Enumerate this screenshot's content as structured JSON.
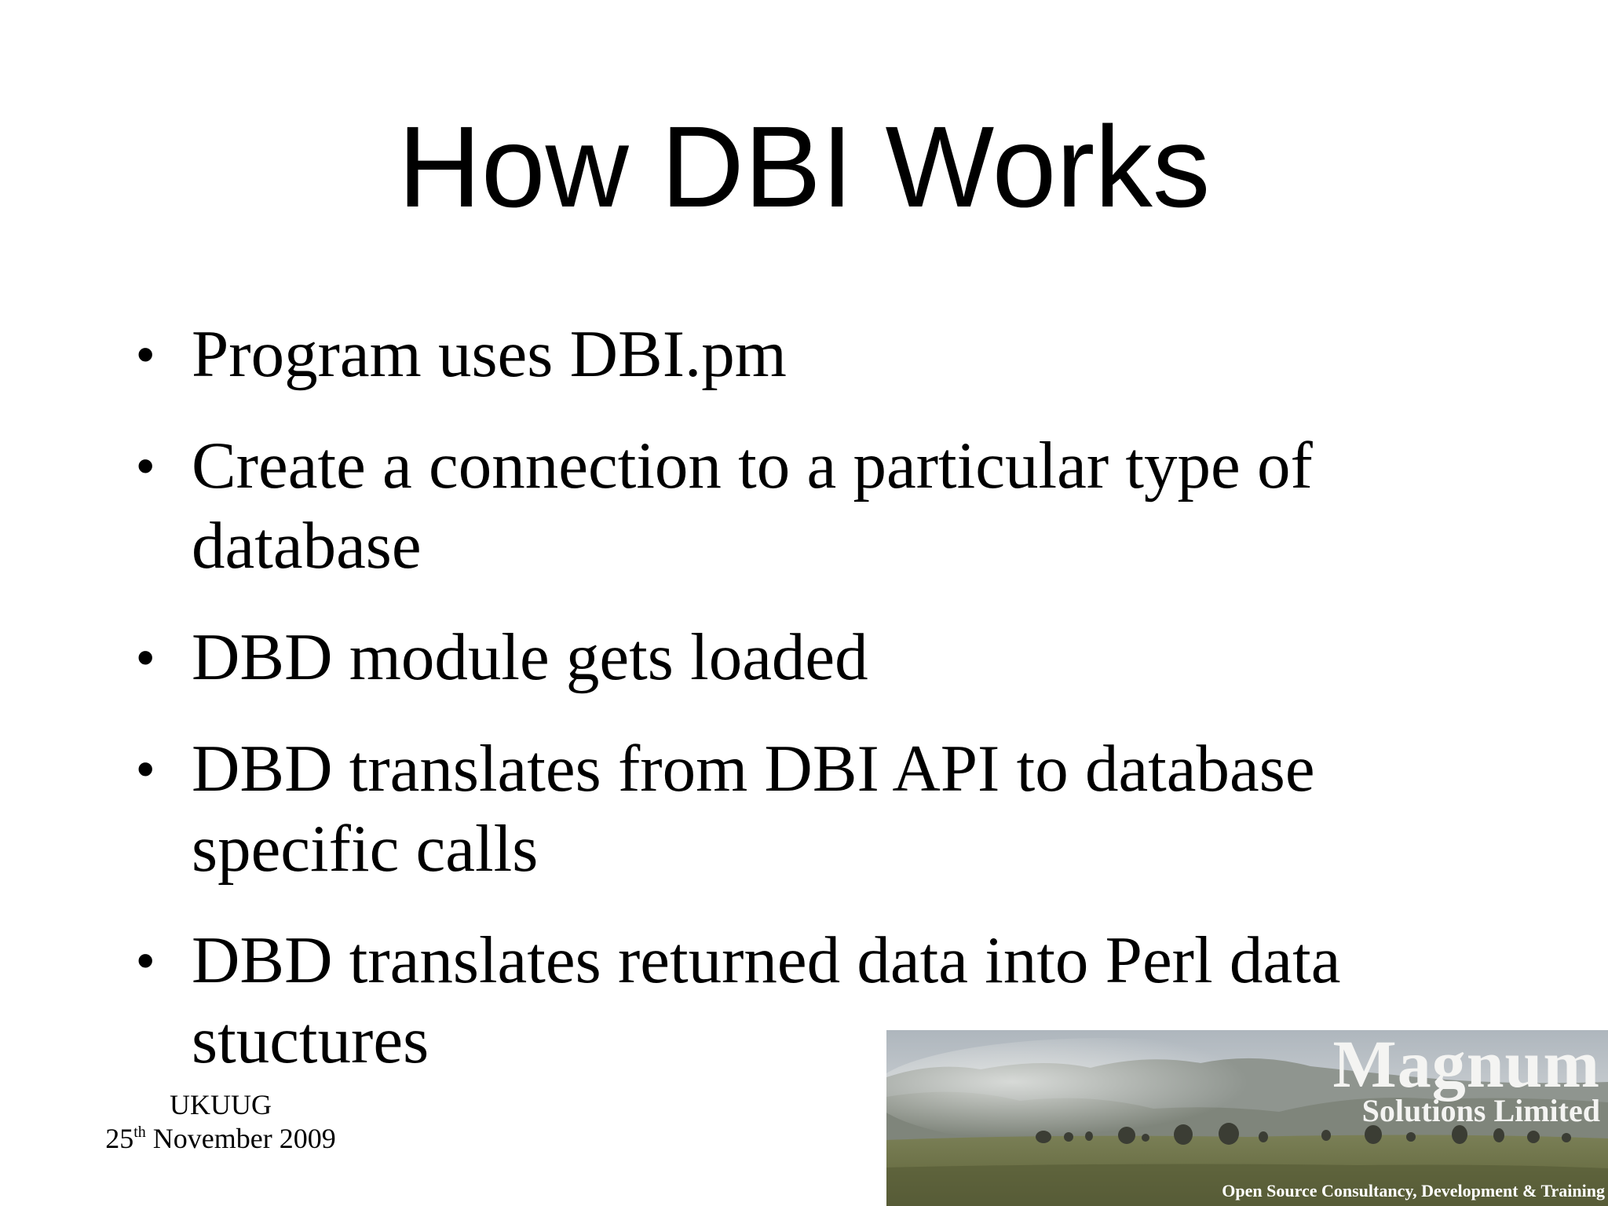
{
  "slide": {
    "title": "How DBI Works",
    "bullets": [
      "Program uses DBI.pm",
      "Create a connection to a particular type of database",
      "DBD module gets loaded",
      "DBD translates from DBI API to database specific calls",
      "DBD translates returned data into Perl data stuctures"
    ],
    "bullet_glyph": "•"
  },
  "footer": {
    "event": "UKUUG",
    "date_day": "25",
    "date_suffix": "th",
    "date_rest": " November 2009"
  },
  "logo": {
    "name": "Magnum",
    "subtitle": "Solutions Limited",
    "tagline": "Open Source Consultancy, Development & Training"
  }
}
